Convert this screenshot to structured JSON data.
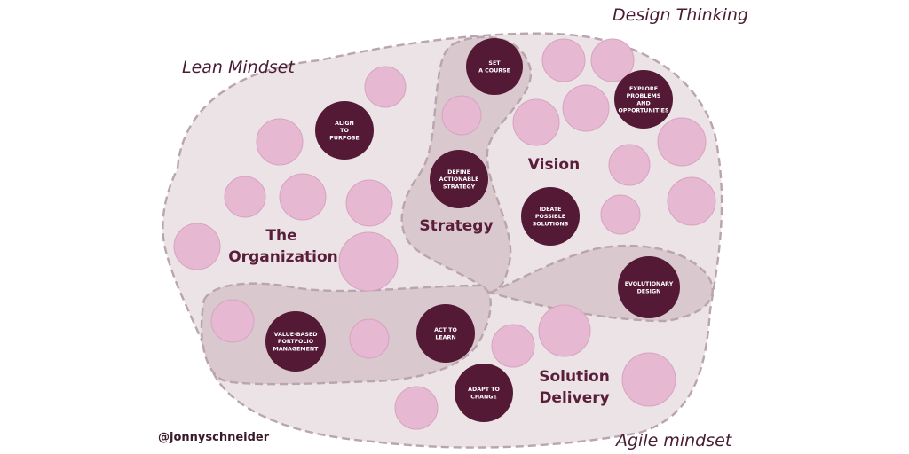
{
  "corners": {
    "design_thinking": "Design Thinking",
    "lean_mindset": "Lean Mindset",
    "agile_mindset": "Agile mindset"
  },
  "credit": "@jonnyschneider",
  "regions": {
    "organization": [
      "The",
      "Organization"
    ],
    "strategy": [
      "Strategy"
    ],
    "vision": [
      "Vision"
    ],
    "solution_delivery": [
      "Solution",
      "Delivery"
    ]
  },
  "activities": [
    {
      "id": "set-a-course",
      "lines": [
        "SET",
        "A COURSE"
      ]
    },
    {
      "id": "explore-problems",
      "lines": [
        "EXPLORE",
        "PROBLEMS",
        "AND",
        "OPPORTUNITIES"
      ]
    },
    {
      "id": "align-to-purpose",
      "lines": [
        "ALIGN",
        "TO",
        "PURPOSE"
      ]
    },
    {
      "id": "define-strategy",
      "lines": [
        "DEFINE",
        "ACTIONABLE",
        "STRATEGY"
      ]
    },
    {
      "id": "ideate-solutions",
      "lines": [
        "IDEATE",
        "POSSIBLE",
        "SOLUTIONS"
      ]
    },
    {
      "id": "evolutionary-design",
      "lines": [
        "EVOLUTIONARY",
        "DESIGN"
      ]
    },
    {
      "id": "value-based-portfolio",
      "lines": [
        "VALUE-BASED",
        "PORTFOLIO",
        "MANAGEMENT"
      ]
    },
    {
      "id": "act-to-learn",
      "lines": [
        "ACT TO",
        "LEARN"
      ]
    },
    {
      "id": "adapt-to-change",
      "lines": [
        "ADAPT TO",
        "CHANGE"
      ]
    }
  ],
  "colors": {
    "background": "#ffffff",
    "outer_fill": "#ece3e7",
    "zone_fill": "#d9c8ce",
    "dashed_border": "#b9a5ad",
    "bubble": "#e6b8d1",
    "bubble_stroke": "#d7a3c0",
    "activity_fill": "#541a35",
    "region_text": "#5a1f38",
    "corner_text": "#4a1c33"
  }
}
